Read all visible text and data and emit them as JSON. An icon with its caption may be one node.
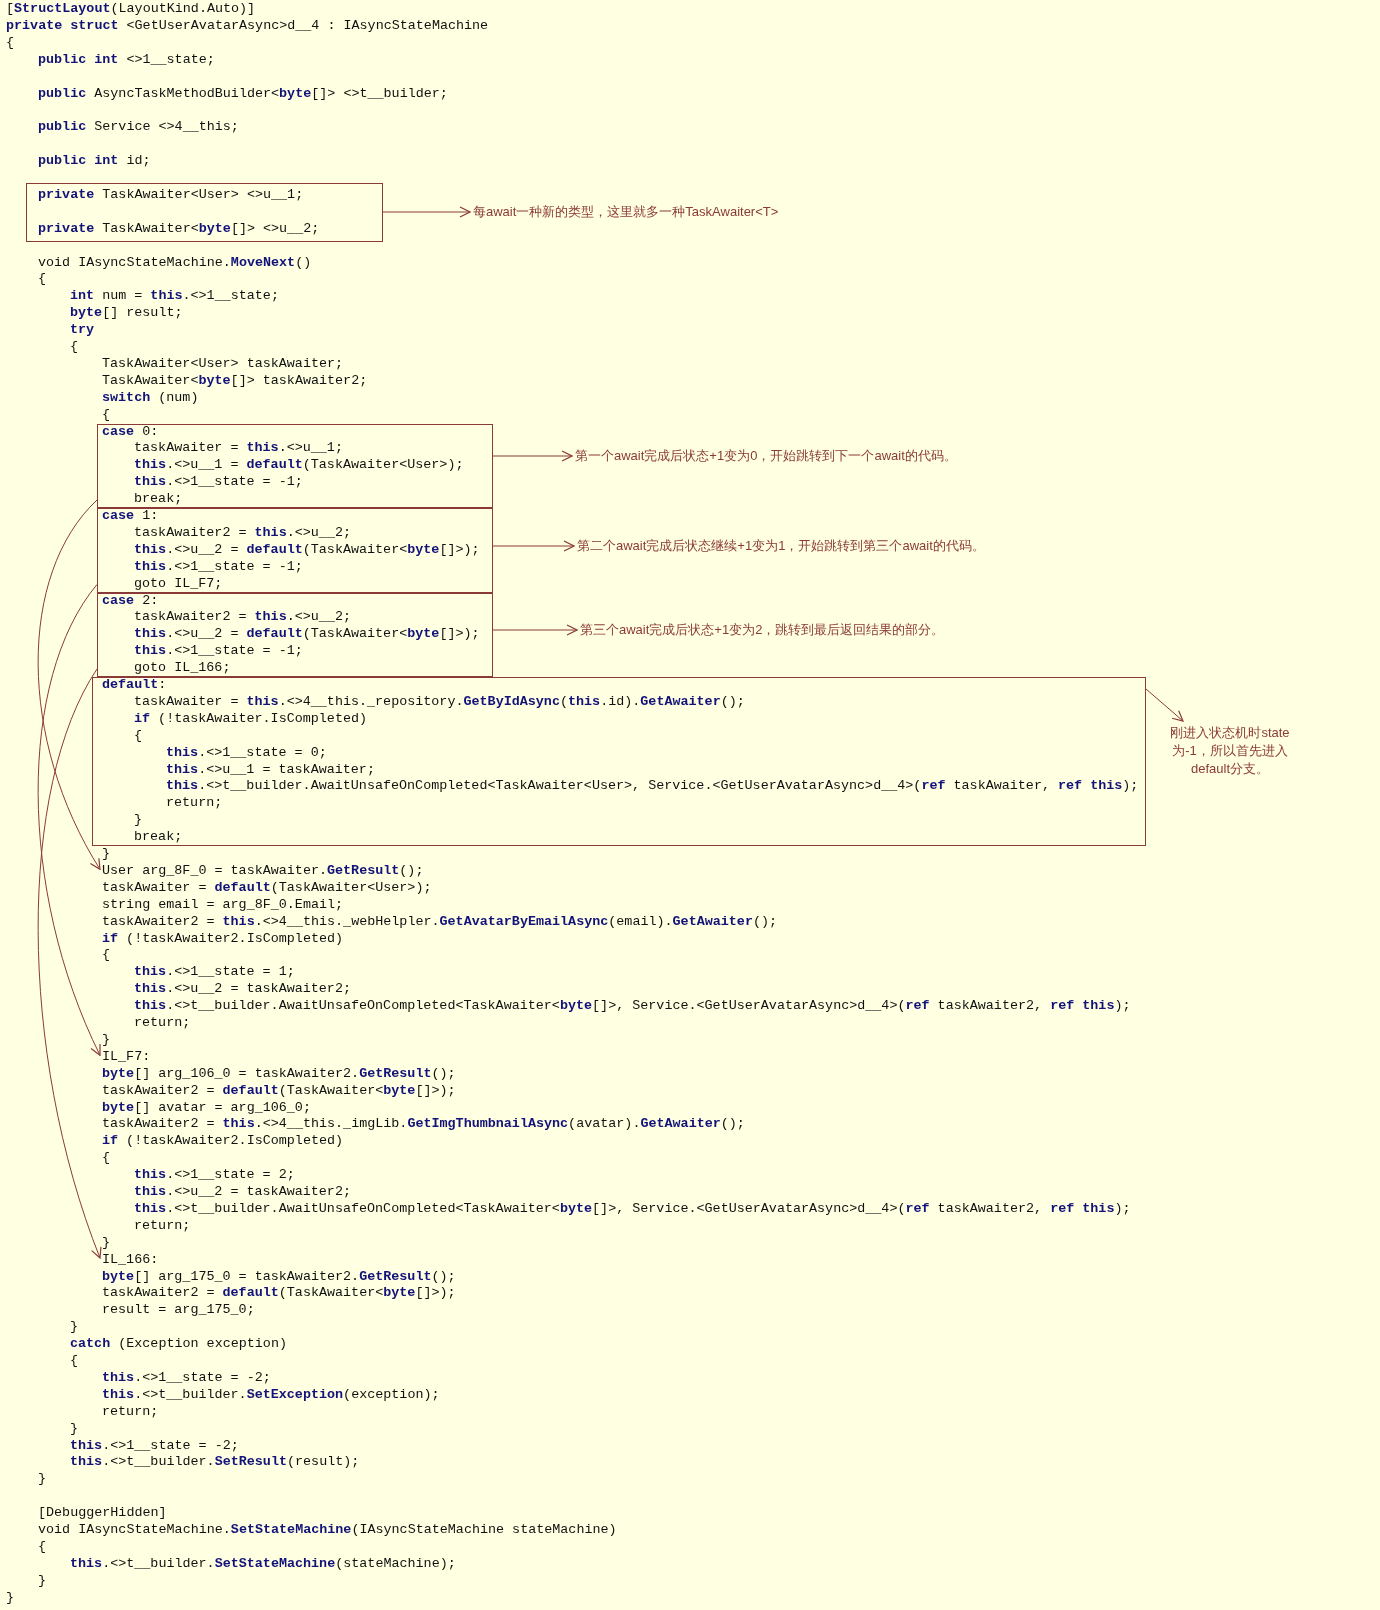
{
  "diagram": {
    "nodes": [
      {
        "text": [
          "**private** TaskAwaiter<User> <>u__1;",
          "**private** TaskAwaiter<**byte**[]> <>u__2;"
        ]
      },
      {
        "text": [
          "**case** 0:",
          "taskAwaiter = **this**.<>u__1;",
          "**this**.<>u__1 = **default**(TaskAwaiter<User>);",
          "**this**.<>1__state = -1;",
          "break;"
        ]
      },
      {
        "text": [
          "**case** 1:",
          "taskAwaiter2 = **this**.<>u__2;",
          "**this**.<>u__2 = **default**(TaskAwaiter<**byte**[]>);",
          "**this**.<>1__state = -1;",
          "goto IL_F7;"
        ]
      },
      {
        "text": [
          "**case** 2:",
          "taskAwaiter2 = **this**.<>u__2;",
          "**this**.<>u__2 = **default**(TaskAwaiter<**byte**[]>);",
          "**this**.<>1__state = -1;",
          "goto IL_166;"
        ]
      },
      {
        "text": [
          "**default**:",
          "taskAwaiter = **this**.<>4__this._repository.**GetByIdAsync**(**this**.id).**GetAwaiter**();",
          "**if** (!taskAwaiter.IsCompleted)",
          "{",
          "**this**.<>1__state = 0;",
          "**this**.<>u__1 = taskAwaiter;",
          "**this**.<>t__builder.AwaitUnsafeOnCompleted<TaskAwaiter<User>, Service.<GetUserAvatarAsync>d__4>(**ref** taskAwaiter, **ref** **this**);",
          "return;",
          "}",
          "break;"
        ]
      },
      {
        "text": [
          "每await一种新的类型，这里就多一种TaskAwaiter<T>"
        ]
      },
      {
        "text": [
          "第一个await完成后状态+1变为0，开始跳转到下一个await的代码。"
        ]
      },
      {
        "text": [
          "第二个await完成后状态继续+1变为1，开始跳转到第三个await的代码。"
        ]
      },
      {
        "text": [
          "第三个await完成后状态+1变为2，跳转到最后返回结果的部分。"
        ]
      },
      {
        "text": [
          "刚进入状态机时state为-1，所以首先进入default分支。"
        ]
      },
      {
        "text": [
          "User arg_8F_0 = taskAwaiter.**GetResult**();"
        ]
      },
      {
        "text": [
          "IL_F7:"
        ]
      },
      {
        "text": [
          "IL_166:"
        ]
      }
    ],
    "edges": [
      {
        "from": 0,
        "to": 5,
        "arrow": "to"
      },
      {
        "from": 1,
        "to": 6,
        "arrow": "to"
      },
      {
        "from": 2,
        "to": 7,
        "arrow": "to"
      },
      {
        "from": 3,
        "to": 8,
        "arrow": "to"
      },
      {
        "from": 4,
        "to": 9,
        "arrow": "to"
      },
      {
        "from": 1,
        "to": 10,
        "arrow": "to"
      },
      {
        "from": 2,
        "to": 11,
        "arrow": "to"
      },
      {
        "from": 3,
        "to": 12,
        "arrow": "to"
      }
    ],
    "labels": [
      "[**StructLayout**(LayoutKind.Auto)]",
      "**private** **struct** <GetUserAvatarAsync>d__4 : IAsyncStateMachine",
      "{",
      "**public** **int** <>1__state;",
      "**public** AsyncTaskMethodBuilder<**byte**[]> <>t__builder;",
      "**public** Service <>4__this;",
      "**public** **int** id;",
      "void IAsyncStateMachine.**MoveNext**()",
      "{",
      "**int** num = **this**.<>1__state;",
      "**byte**[] result;",
      "**try**",
      "{",
      "TaskAwaiter<User> taskAwaiter;",
      "TaskAwaiter<**byte**[]> taskAwaiter2;",
      "**switch** (num)",
      "{",
      "}",
      "taskAwaiter = **default**(TaskAwaiter<User>);",
      "string email = arg_8F_0.Email;",
      "taskAwaiter2 = **this**.<>4__this._webHelpler.**GetAvatarByEmailAsync**(email).**GetAwaiter**();",
      "**if** (!taskAwaiter2.IsCompleted)",
      "{",
      "**this**.<>1__state = 1;",
      "**this**.<>u__2 = taskAwaiter2;",
      "**this**.<>t__builder.AwaitUnsafeOnCompleted<TaskAwaiter<**byte**[]>, Service.<GetUserAvatarAsync>d__4>(**ref** taskAwaiter2, **ref** **this**);",
      "return;",
      "}",
      "**byte**[] arg_106_0 = taskAwaiter2.**GetResult**();",
      "taskAwaiter2 = **default**(TaskAwaiter<**byte**[]>);",
      "**byte**[] avatar = arg_106_0;",
      "taskAwaiter2 = **this**.<>4__this._imgLib.**GetImgThumbnailAsync**(avatar).**GetAwaiter**();",
      "**if** (!taskAwaiter2.IsCompleted)",
      "{",
      "**this**.<>1__state = 2;",
      "**this**.<>u__2 = taskAwaiter2;",
      "**this**.<>t__builder.AwaitUnsafeOnCompleted<TaskAwaiter<**byte**[]>, Service.<GetUserAvatarAsync>d__4>(**ref** taskAwaiter2, **ref** **this**);",
      "return;",
      "}",
      "**byte**[] arg_175_0 = taskAwaiter2.**GetResult**();",
      "taskAwaiter2 = **default**(TaskAwaiter<**byte**[]>);",
      "result = arg_175_0;",
      "}",
      "**catch** (Exception exception)",
      "{",
      "**this**.<>1__state = -2;",
      "**this**.<>t__builder.**SetException**(exception);",
      "return;",
      "}",
      "**this**.<>1__state = -2;",
      "**this**.<>t__builder.**SetResult**(result);",
      "}",
      "[DebuggerHidden]",
      "void IAsyncStateMachine.**SetStateMachine**(IAsyncStateMachine stateMachine)",
      "{",
      "**this**.<>t__builder.**SetStateMachine**(stateMachine);",
      "}",
      "}"
    ]
  }
}
